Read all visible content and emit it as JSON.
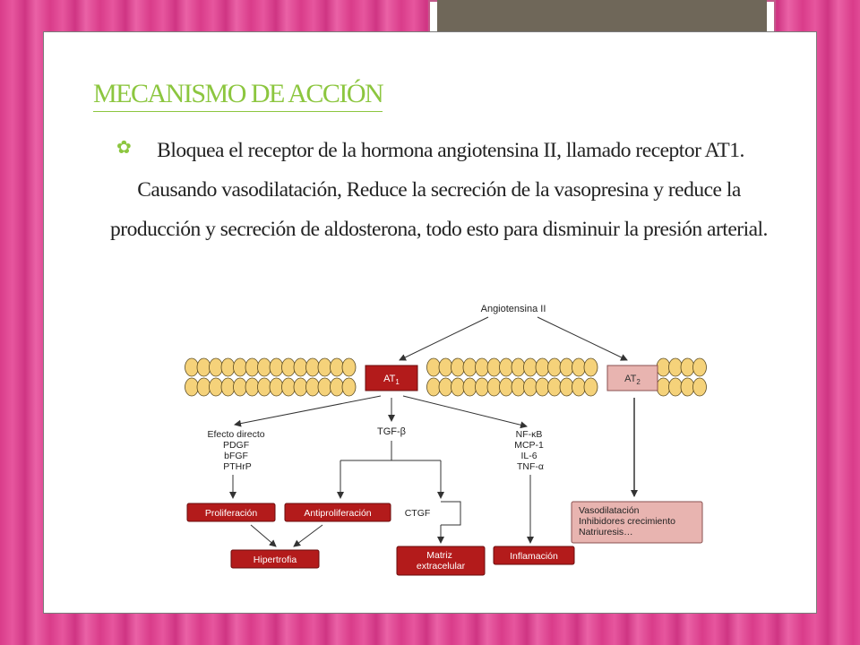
{
  "slide": {
    "title": "MECANISMO DE ACCIÓN",
    "bullet_icon": "flower-bullet-icon",
    "body": "Bloquea el receptor de la hormona angiotensina II, llamado receptor AT1. Causando vasodilatación, Reduce la secreción de la vasopresina y reduce la producción y secreción de aldosterona, todo esto para disminuir la presión arterial."
  },
  "diagram": {
    "top_label": "Angiotensina II",
    "receptor_at1": "AT",
    "receptor_at1_sub": "1",
    "receptor_at2": "AT",
    "receptor_at2_sub": "2",
    "direct_effect": [
      "Efecto directo",
      "PDGF",
      "bFGF",
      "PTHrP"
    ],
    "tgf": "TGF-β",
    "nfkb": [
      "NF-κB",
      "MCP-1",
      "IL-6",
      "TNF-α"
    ],
    "proliferacion": "Proliferación",
    "antiproliferacion": "Antiproliferación",
    "ctgf": "CTGF",
    "hipertrofia": "Hipertrofia",
    "matriz": [
      "Matriz",
      "extracelular"
    ],
    "inflamacion": "Inflamación",
    "at2_effects": [
      "Vasodilatación",
      "Inhibidores crecimiento",
      "Natriuresis…"
    ],
    "colors": {
      "red_box": "#b31b1b",
      "pink_box": "#e8b4b0",
      "membrane": "#f5d27a"
    }
  }
}
